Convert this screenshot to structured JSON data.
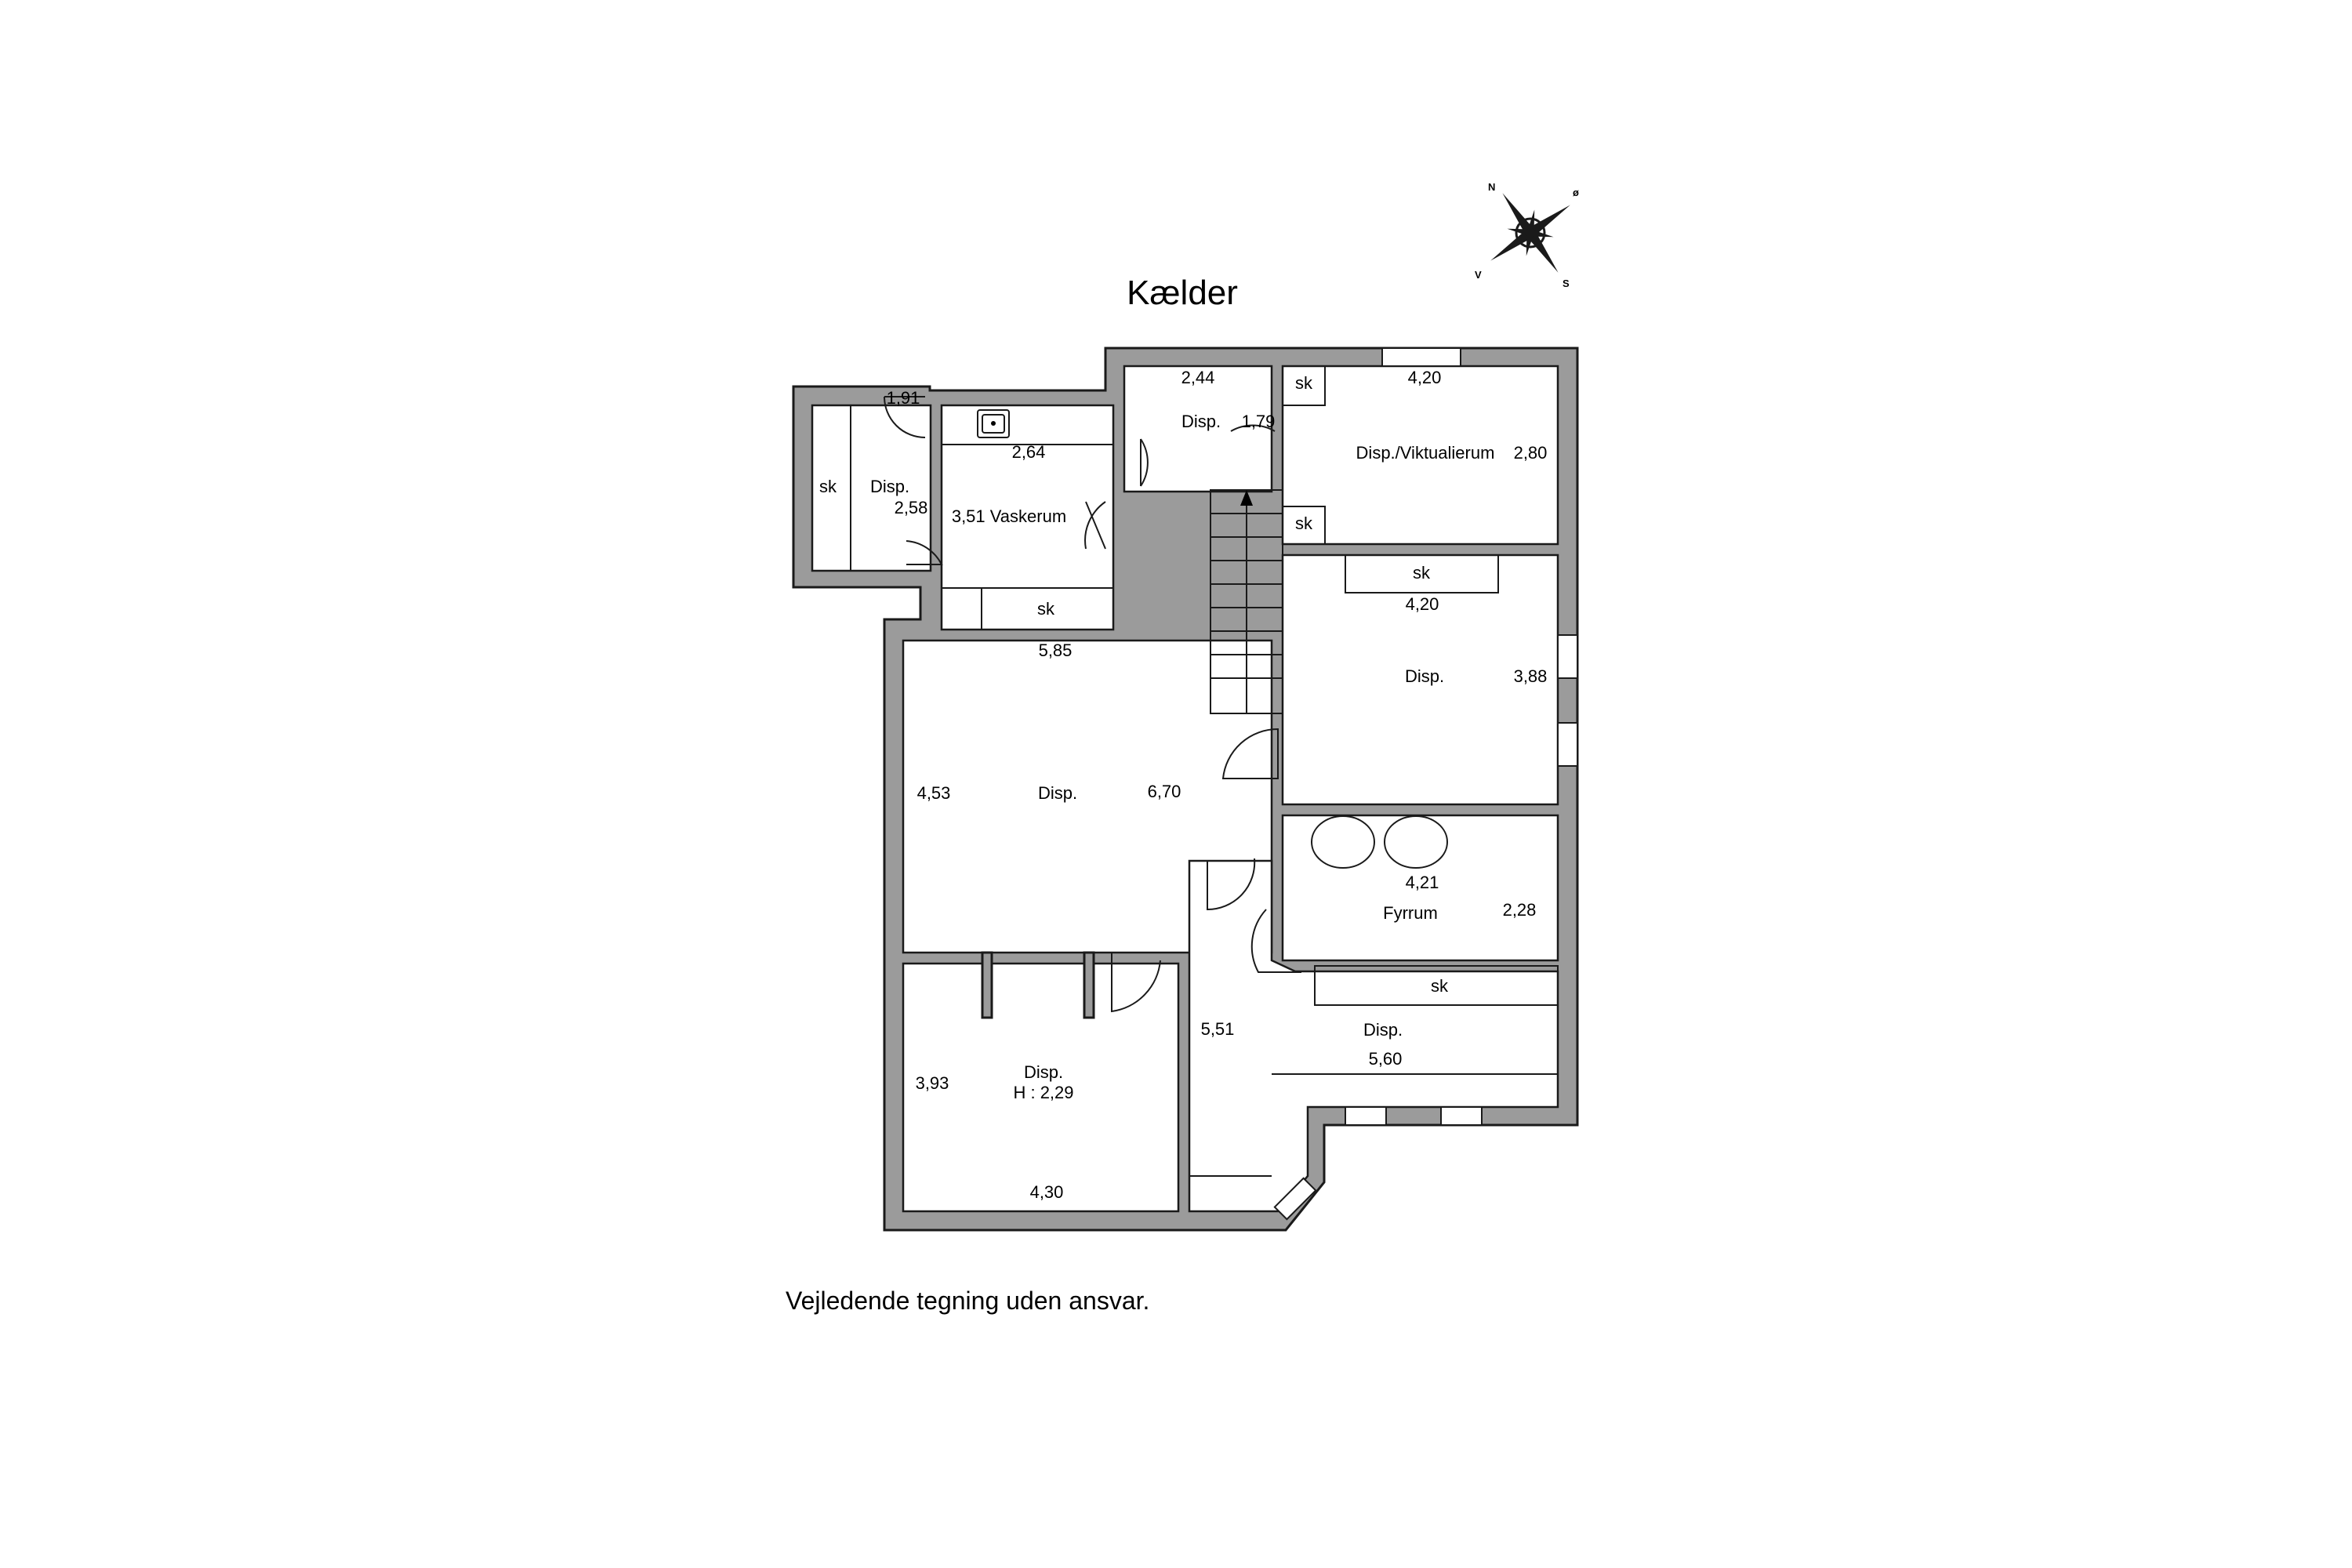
{
  "title": "Kælder",
  "footer_note": "Vejledende tegning uden ansvar.",
  "compass": {
    "n": "N",
    "e": "ø",
    "s": "S",
    "w": "V"
  },
  "labels": {
    "top_left_dim": "1,91",
    "sk_left": "sk",
    "disp_left": "Disp.",
    "dim_2_58": "2,58",
    "dim_2_64": "2,64",
    "vaskerum": "3,51 Vaskerum",
    "sk_vask": "sk",
    "dim_5_85": "5,85",
    "dim_2_44": "2,44",
    "disp_small": "Disp.",
    "dim_1_79": "1,79",
    "sk_top1": "sk",
    "sk_top2": "sk",
    "dim_4_20_a": "4,20",
    "viktualierum": "Disp./Viktualierum",
    "dim_2_80": "2,80",
    "sk_mid": "sk",
    "dim_4_20_b": "4,20",
    "disp_mid": "Disp.",
    "dim_3_88": "3,88",
    "dim_4_53": "4,53",
    "disp_main": "Disp.",
    "dim_6_70": "6,70",
    "dim_4_21": "4,21",
    "fyrrum": "Fyrrum",
    "dim_2_28": "2,28",
    "sk_low": "sk",
    "dim_5_51": "5,51",
    "disp_low": "Disp.",
    "dim_5_60": "5,60",
    "dim_3_93": "3,93",
    "disp_bl": "Disp.",
    "height_bl": "H : 2,29",
    "dim_4_30": "4,30"
  }
}
